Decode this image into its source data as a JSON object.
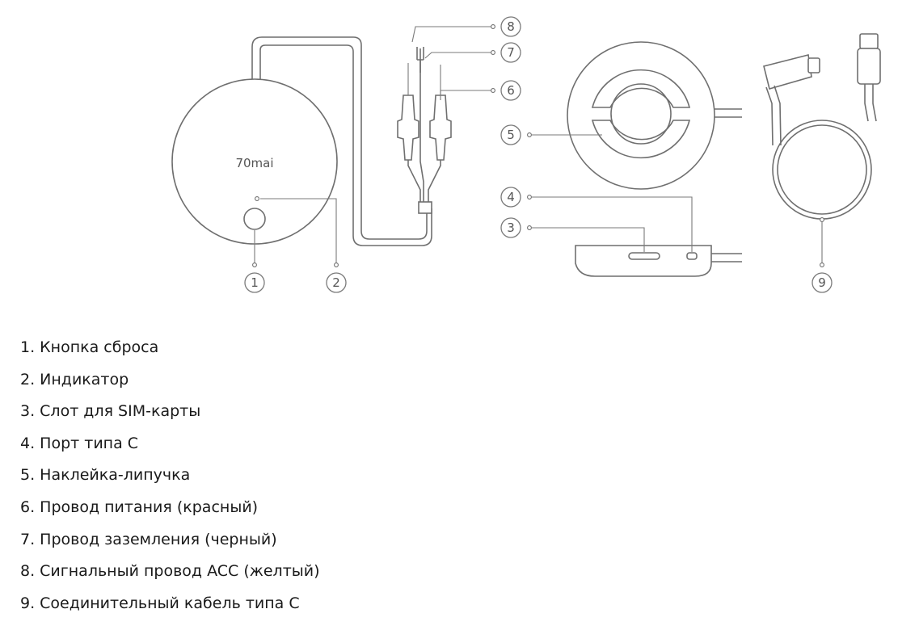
{
  "diagram": {
    "brand_label": "70mai",
    "callouts": [
      "1",
      "2",
      "3",
      "4",
      "5",
      "6",
      "7",
      "8",
      "9"
    ]
  },
  "legend": {
    "items": [
      "1. Кнопка сброса",
      "2. Индикатор",
      "3. Слот для SIM-карты",
      "4. Порт типа C",
      "5. Наклейка-липучка",
      "6. Провод питания (красный)",
      "7. Провод заземления (черный)",
      "8. Сигнальный провод ACC (желтый)",
      "9. Соединительный кабель типа C"
    ]
  }
}
